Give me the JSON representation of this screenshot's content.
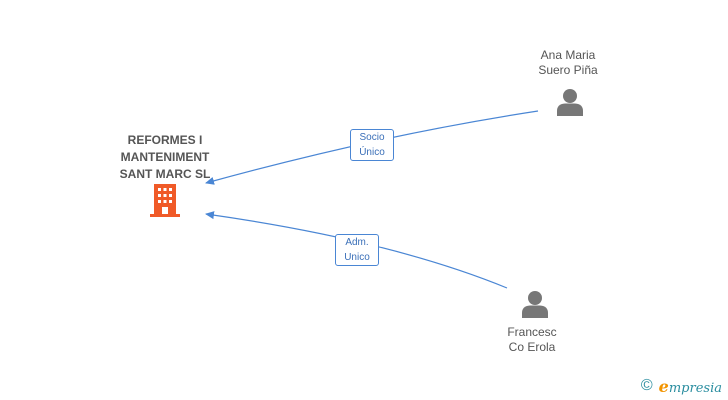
{
  "company": {
    "name_lines": [
      "REFORMES I",
      "MANTENIMENT",
      "SANT MARC SL"
    ],
    "icon": "building-icon",
    "color": "#f05a28"
  },
  "persons": [
    {
      "name_lines": [
        "Ana Maria",
        "Suero Piña"
      ],
      "icon": "person-icon"
    },
    {
      "name_lines": [
        "Francesc",
        "Co Erola"
      ],
      "icon": "person-icon"
    }
  ],
  "edges": [
    {
      "label_lines": [
        "Socio",
        "Único"
      ]
    },
    {
      "label_lines": [
        "Adm.",
        "Unico"
      ]
    }
  ],
  "colors": {
    "edge": "#4a86d4",
    "person_icon": "#777777",
    "text": "#555555",
    "brand": "#2b8ea0",
    "brand_accent": "#f29400"
  },
  "footer": {
    "copyright": "©",
    "brand_initial": "e",
    "brand_rest": "mpresia"
  }
}
